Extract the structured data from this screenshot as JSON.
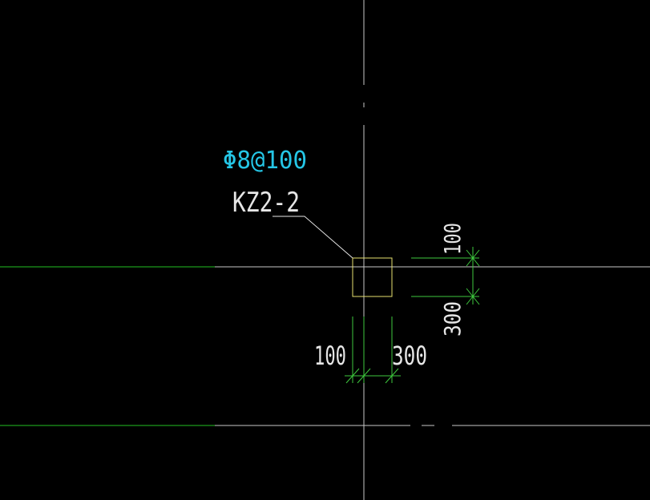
{
  "drawing": {
    "rebar_note": "Φ8@100",
    "column_label": "KZ2-2",
    "dim_vertical_top": "100",
    "dim_vertical_bottom": "300",
    "dim_horizontal_left": "100",
    "dim_horizontal_right": "300"
  },
  "colors": {
    "background": "#000000",
    "grid_axis": "#c8c8c8",
    "axis_green": "#22c022",
    "dimension": "#3ec83e",
    "column_outline": "#e6e06e",
    "rebar_text": "#25c6e6",
    "label_text": "#e6e6e6"
  }
}
